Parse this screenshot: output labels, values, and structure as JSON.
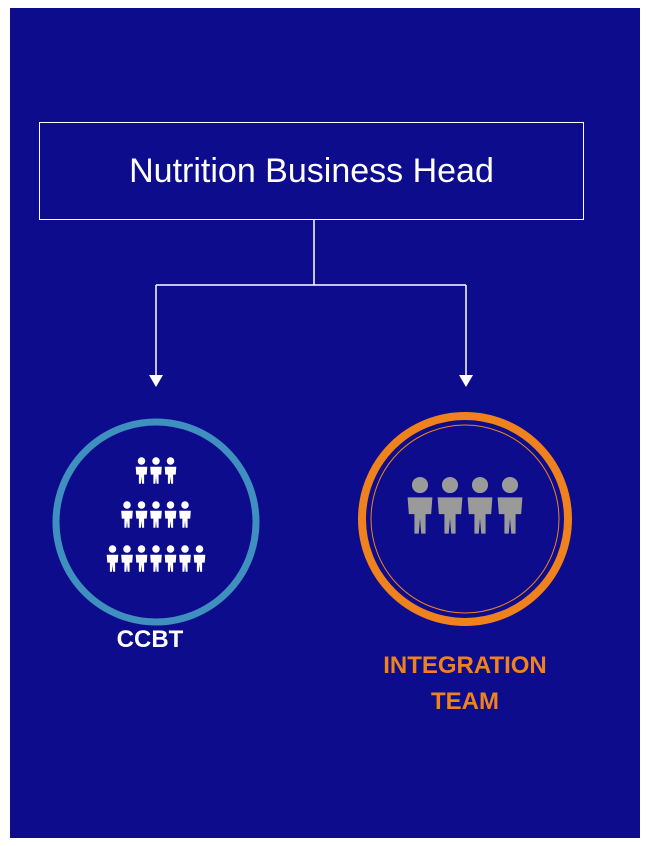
{
  "head": {
    "title": "Nutrition Business Head"
  },
  "nodes": [
    {
      "id": "ccbt",
      "label": "CCBT",
      "ring_color": "#3f8fbf",
      "icon": "people-pyramid-icon"
    },
    {
      "id": "integration",
      "label_lines": [
        "INTEGRATION",
        "TEAM"
      ],
      "ring_color": "#f0821e",
      "icon": "team-group-icon"
    }
  ],
  "colors": {
    "background": "#0c0c8c",
    "line": "#ffffff",
    "ccbt": "#3f8fbf",
    "integration": "#f0821e",
    "people_gray": "#9a9a9a"
  }
}
